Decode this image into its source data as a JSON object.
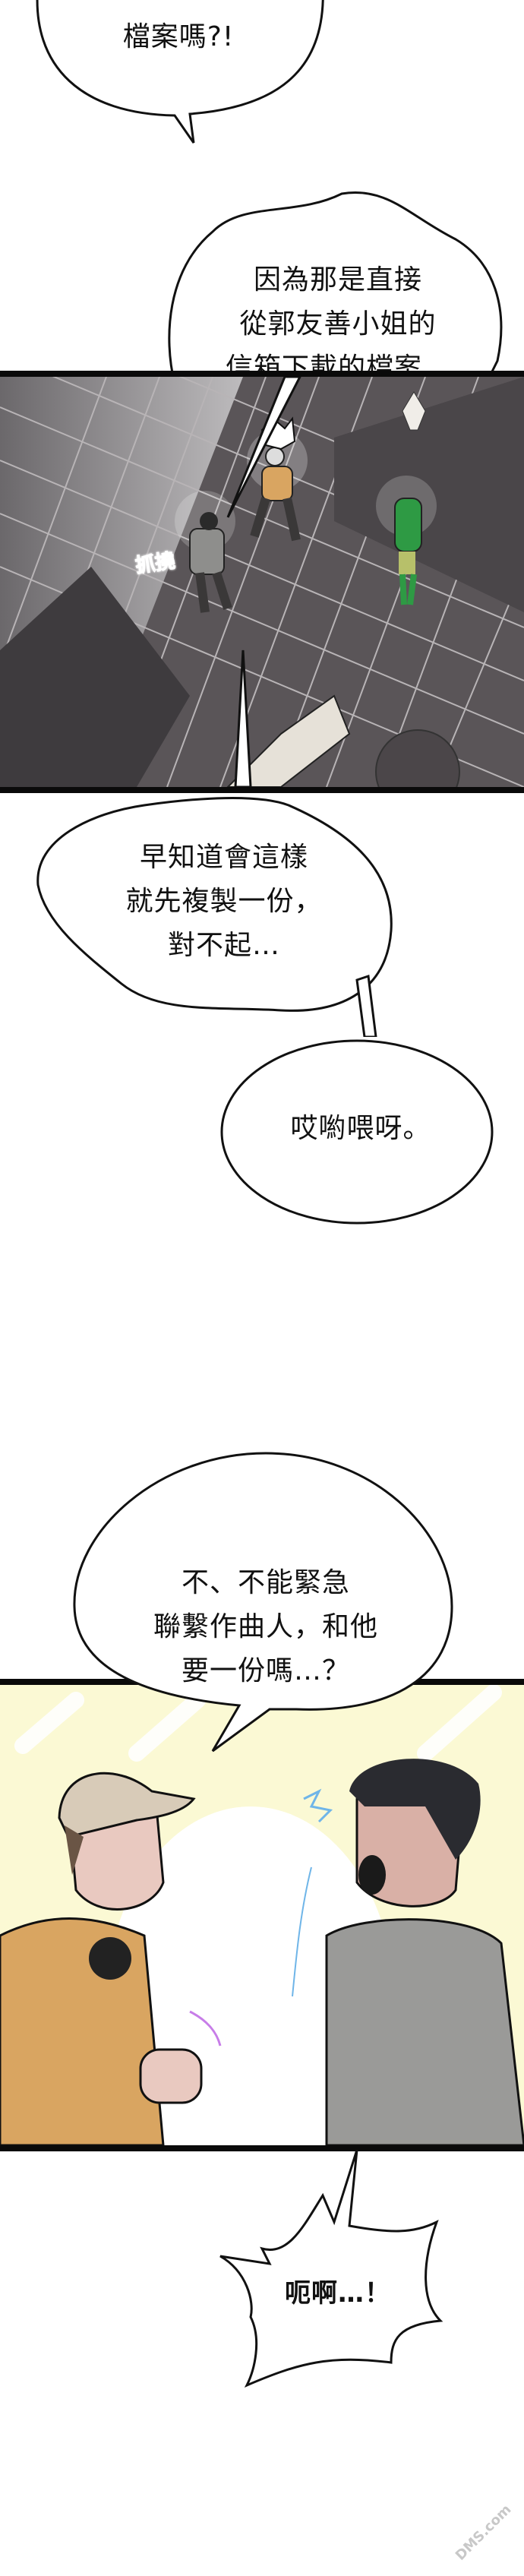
{
  "comic": {
    "bubbles": [
      {
        "id": "b1",
        "text": "檔案嗎?!",
        "style": "round"
      },
      {
        "id": "b2",
        "text": "因為那是直接\n從郭友善小姐的\n信箱下載的檔案…",
        "style": "wavy"
      },
      {
        "id": "b3",
        "text": "早知道會這樣\n就先複製一份，\n對不起…",
        "style": "wavy"
      },
      {
        "id": "b4",
        "text": "哎喲喂呀。",
        "style": "round"
      },
      {
        "id": "b5",
        "text": "不、不能緊急\n聯繫作曲人，和他\n要一份嗎…？",
        "style": "round"
      },
      {
        "id": "b6",
        "text": "呃啊…！",
        "style": "spiky"
      }
    ],
    "sound_effects": [
      {
        "id": "sfx1",
        "text": "抓撓"
      }
    ],
    "panels": [
      {
        "id": "panel-studio-overhead",
        "description": "Overhead view of a recording studio with tiled floor; three people standing"
      },
      {
        "id": "panel-two-men",
        "description": "Man in cap with headphones grinning beside a shocked man in grey t-shirt"
      }
    ],
    "watermark": "DMS.com"
  },
  "colors": {
    "floor": "#5a5558",
    "floor_grid": "#b8b4b6",
    "wall": "#7b787b",
    "yellow_bg": "#fbf9d4",
    "orange_shirt": "#d9a561",
    "grey_shirt": "#9a9a98",
    "green_hoodie": "#2e9a44",
    "ink": "#0a0a0a"
  }
}
